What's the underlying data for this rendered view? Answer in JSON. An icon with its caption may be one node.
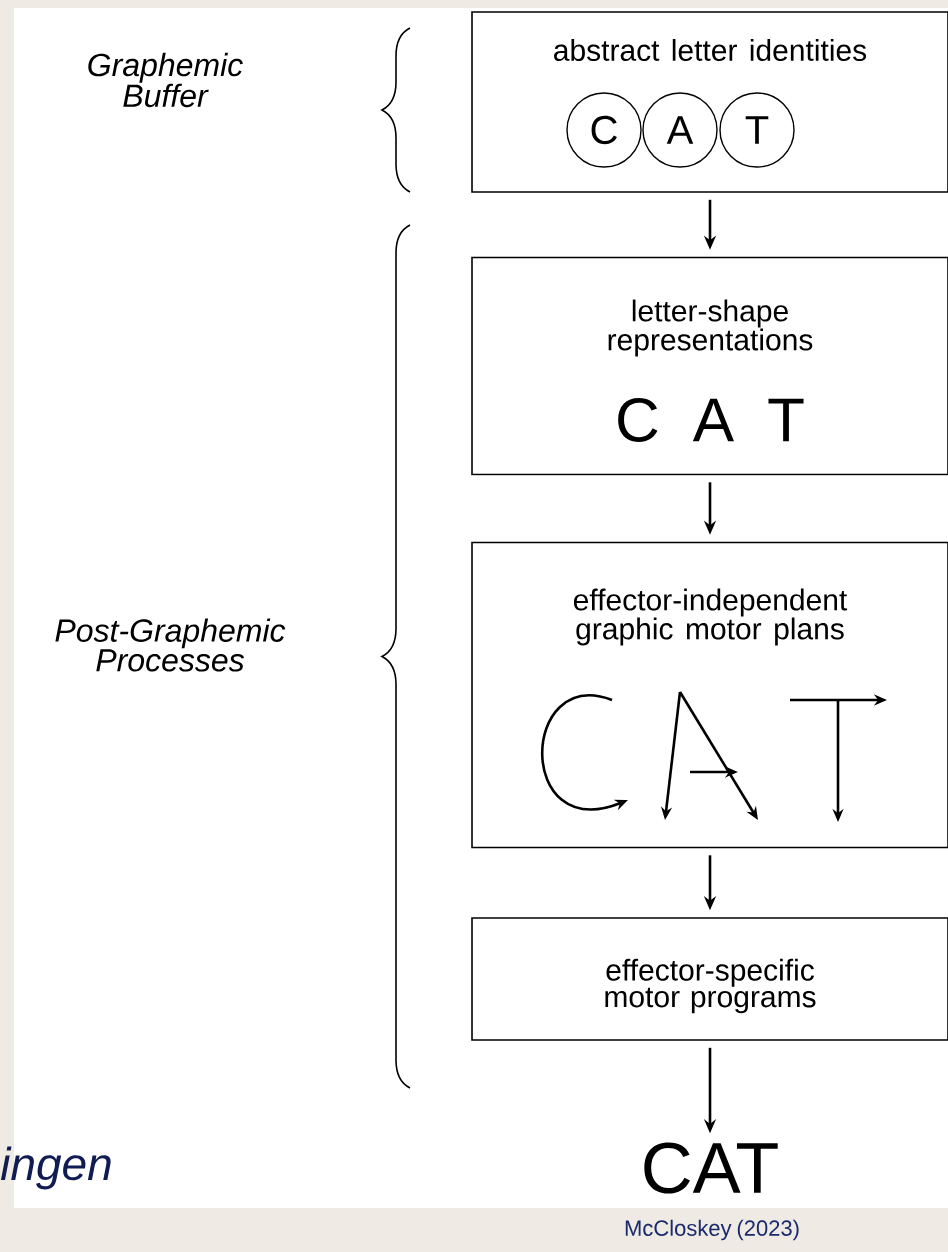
{
  "diagram": {
    "nodes": [
      {
        "text": [
          "abstract letter identities"
        ]
      },
      {
        "text": [
          "C"
        ],
        "in": 0
      },
      {
        "text": [
          "A"
        ],
        "in": 0
      },
      {
        "text": [
          "T"
        ],
        "in": 0
      },
      {
        "text": [
          "letter-shape representations",
          "C A T"
        ]
      },
      {
        "text": [
          "effector-independent graphic motor plans"
        ]
      },
      {
        "text": [
          "effector-specific motor programs"
        ]
      },
      {
        "text": [
          "CAT"
        ]
      }
    ],
    "edges": [
      {
        "from": 0,
        "to": 4,
        "arrow": "to"
      },
      {
        "from": 4,
        "to": 5,
        "arrow": "to"
      },
      {
        "from": 5,
        "to": 6,
        "arrow": "to"
      },
      {
        "from": 6,
        "to": 7,
        "arrow": "to"
      }
    ],
    "labels": [
      "Graphemic Buffer",
      "Post-Graphemic Processes",
      "ingen",
      "McCloskey (2023)"
    ]
  }
}
